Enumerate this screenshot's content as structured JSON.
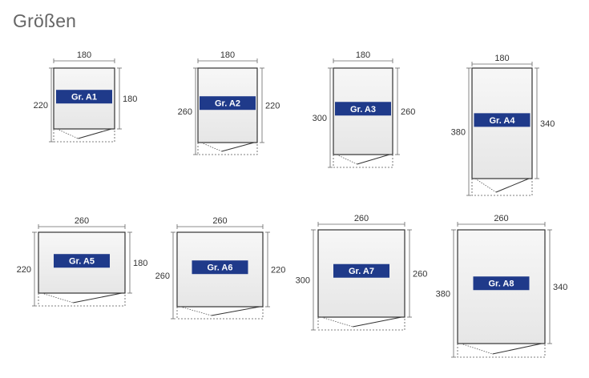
{
  "title": "Größen",
  "colors": {
    "label_bg": "#1f3a8a",
    "label_text": "#ffffff",
    "frame": "#333333",
    "dashed": "#555555",
    "box_fill_top": "#f7f7f7",
    "box_fill_bottom": "#e6e6e6"
  },
  "sizes": [
    {
      "name": "Gr. A1",
      "width": "180",
      "depth": "220",
      "height": "180"
    },
    {
      "name": "Gr. A2",
      "width": "180",
      "depth": "260",
      "height": "220"
    },
    {
      "name": "Gr. A3",
      "width": "180",
      "depth": "300",
      "height": "260"
    },
    {
      "name": "Gr. A4",
      "width": "180",
      "depth": "380",
      "height": "340"
    },
    {
      "name": "Gr. A5",
      "width": "260",
      "depth": "220",
      "height": "180"
    },
    {
      "name": "Gr. A6",
      "width": "260",
      "depth": "260",
      "height": "220"
    },
    {
      "name": "Gr. A7",
      "width": "260",
      "depth": "300",
      "height": "260"
    },
    {
      "name": "Gr. A8",
      "width": "260",
      "depth": "380",
      "height": "340"
    }
  ]
}
